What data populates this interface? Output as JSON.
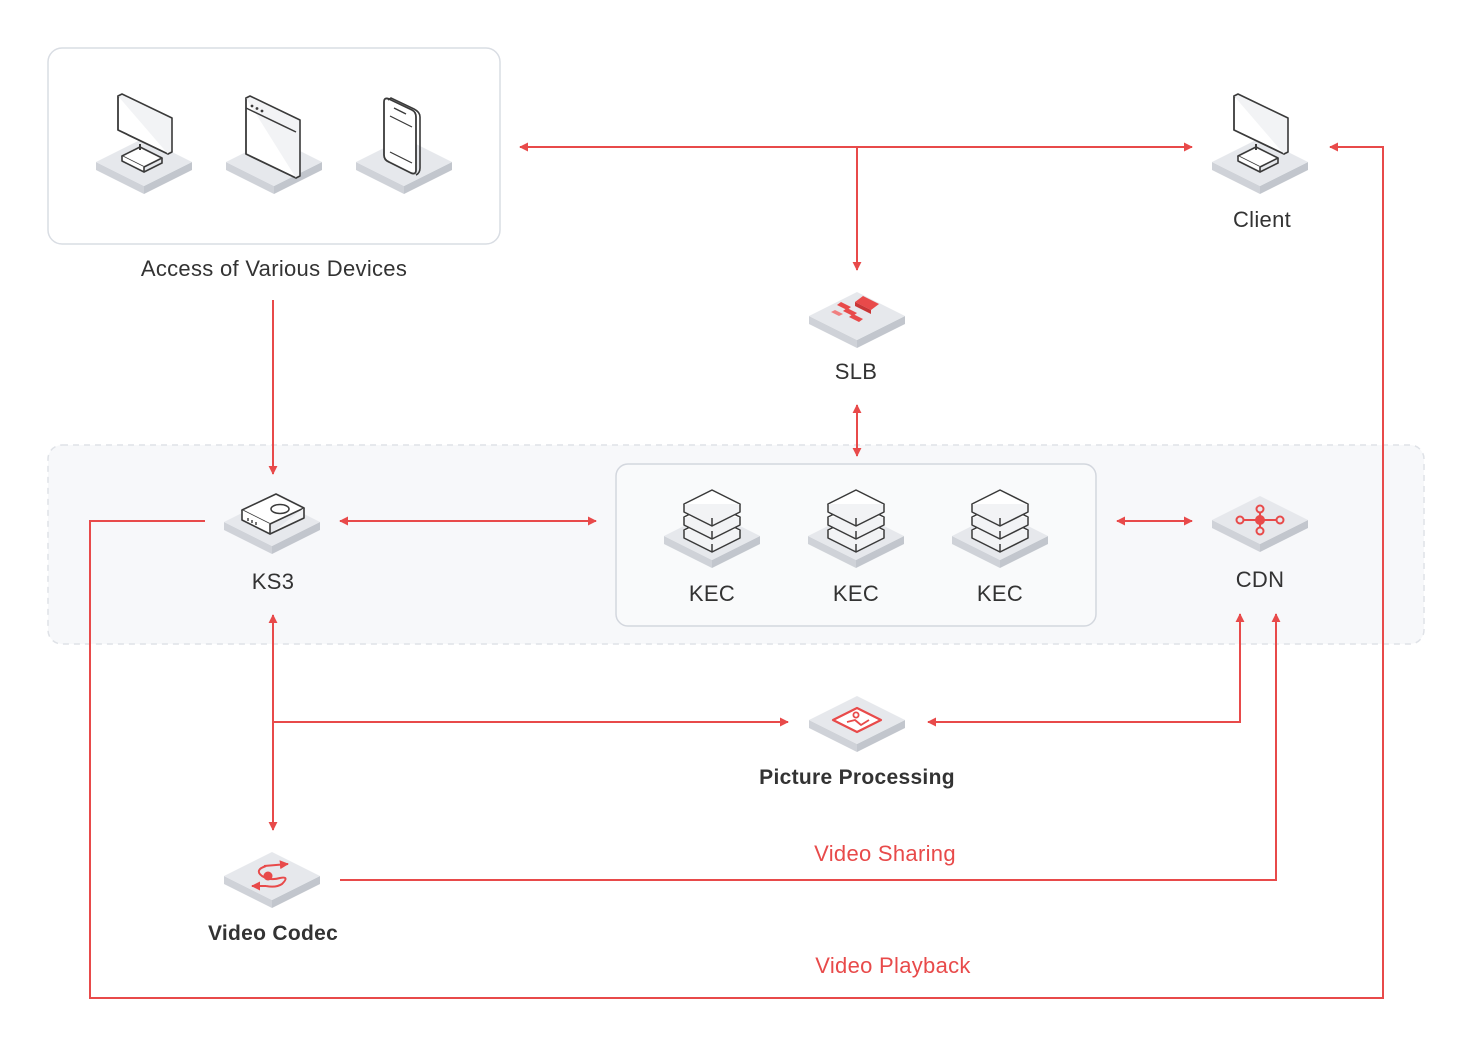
{
  "labels": {
    "devices": "Access of Various Devices",
    "client": "Client",
    "slb": "SLB",
    "ks3": "KS3",
    "kec_1": "KEC",
    "kec_2": "KEC",
    "kec_3": "KEC",
    "cdn": "CDN",
    "picture_processing": "Picture Processing",
    "video_codec": "Video Codec",
    "video_sharing": "Video Sharing",
    "video_playback": "Video Playback"
  },
  "icons": {
    "devices": [
      "desktop-monitor-icon",
      "browser-window-icon",
      "mobile-phone-icon"
    ],
    "client": "desktop-monitor-icon",
    "slb": "load-balancer-icon",
    "ks3": "storage-box-icon",
    "kec": "server-stack-icon",
    "cdn": "network-hub-icon",
    "picture_processing": "image-icon",
    "video_codec": "codec-arrows-icon"
  },
  "colors": {
    "accent": "#e84a4a",
    "text": "#333333",
    "box_border": "#d9dde3",
    "zone_fill": "#f7f8fa"
  }
}
